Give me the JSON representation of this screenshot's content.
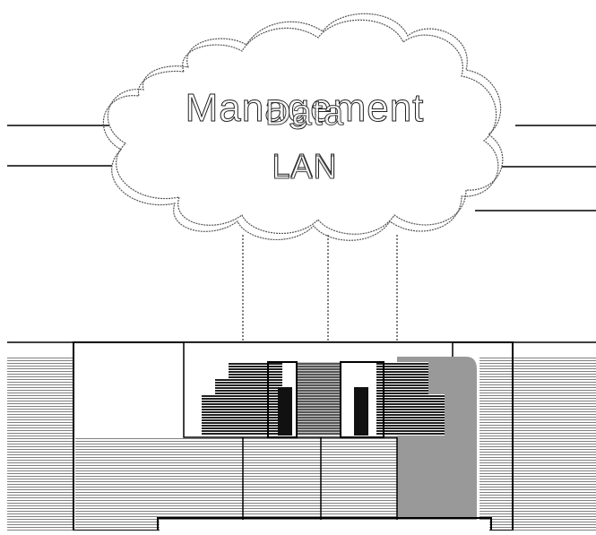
{
  "diagram": {
    "cloud_label_primary": "Management",
    "cloud_label_overlap": "Data",
    "cloud_sublabel_primary": "LAN",
    "cloud_sublabel_overlap": "LAN"
  },
  "colors": {
    "line": "#000000",
    "cloud_dash": "#555555",
    "hatch": "#8a8a8a",
    "dark_block": "#1a1a1a",
    "gray_block": "#999999"
  }
}
